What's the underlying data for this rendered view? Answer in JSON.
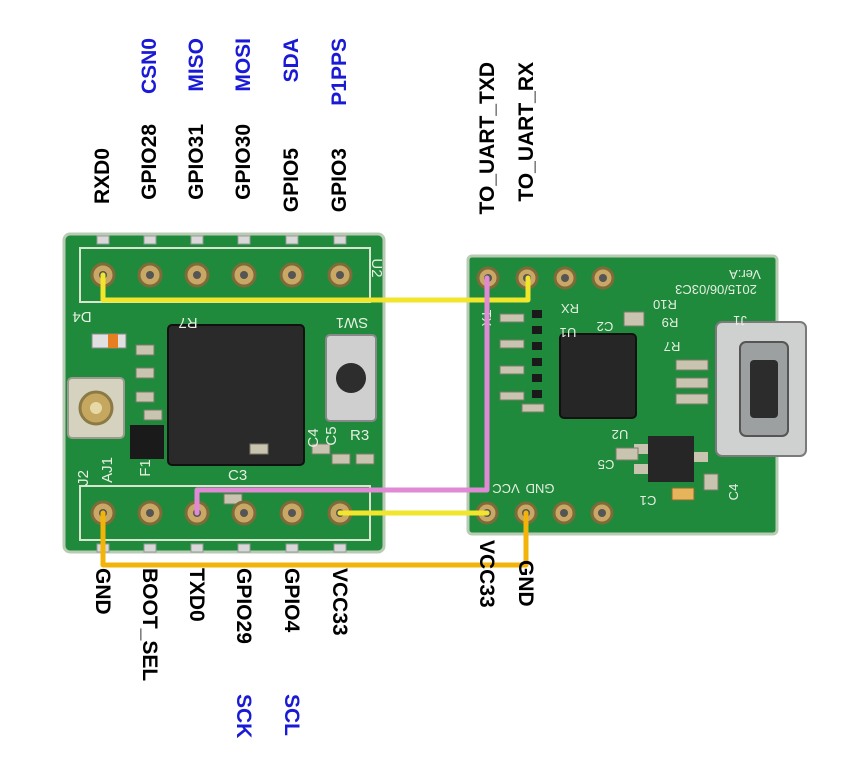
{
  "colors": {
    "board_green": "#1f8a3c",
    "board_green_dark": "#17702f",
    "board_outline": "#c9d8c2",
    "pad_gold": "#b99a55",
    "wire_yellow": "#f2e62c",
    "wire_pink": "#e08ad6",
    "wire_orange": "#f3b40a",
    "alt_label_blue": "#1a1ad6"
  },
  "module_top_pins": [
    "RXD0",
    "GPIO28",
    "GPIO31",
    "GPIO30",
    "GPIO5",
    "GPIO3"
  ],
  "module_top_alt": [
    "",
    "CSN0",
    "MISO",
    "MOSI",
    "SDA",
    "P1PPS"
  ],
  "module_bottom_pins": [
    "GND",
    "BOOT_SEL",
    "TXD0",
    "GPIO29",
    "GPIO4",
    "VCC33"
  ],
  "module_bottom_alt": [
    "",
    "",
    "",
    "SCK",
    "SCL",
    ""
  ],
  "uart_top_pins": [
    "TO_UART_TXD",
    "TO_UART_RX"
  ],
  "uart_bottom_pins": [
    "VCC33",
    "GND"
  ],
  "silkscreen": {
    "module": [
      "D4",
      "R7",
      "SW1",
      "U2",
      "J2",
      "AJ1",
      "F1",
      "C3",
      "C4",
      "R3",
      "C5"
    ],
    "uart": [
      "Ver:A",
      "2015/06/03C3",
      "R10",
      "J1",
      "R9",
      "C2",
      "U1",
      "R7",
      "RX",
      "TX",
      "C5",
      "U2",
      "C4",
      "C1",
      "GND",
      "VCC"
    ]
  },
  "connections": [
    {
      "from": "RXD0",
      "to": "TO_UART_RX",
      "color": "yellow"
    },
    {
      "from": "TXD0",
      "to": "TO_UART_TXD",
      "color": "pink"
    },
    {
      "from": "VCC33",
      "to": "VCC33",
      "color": "yellow"
    },
    {
      "from": "GND",
      "to": "GND",
      "color": "orange"
    }
  ]
}
